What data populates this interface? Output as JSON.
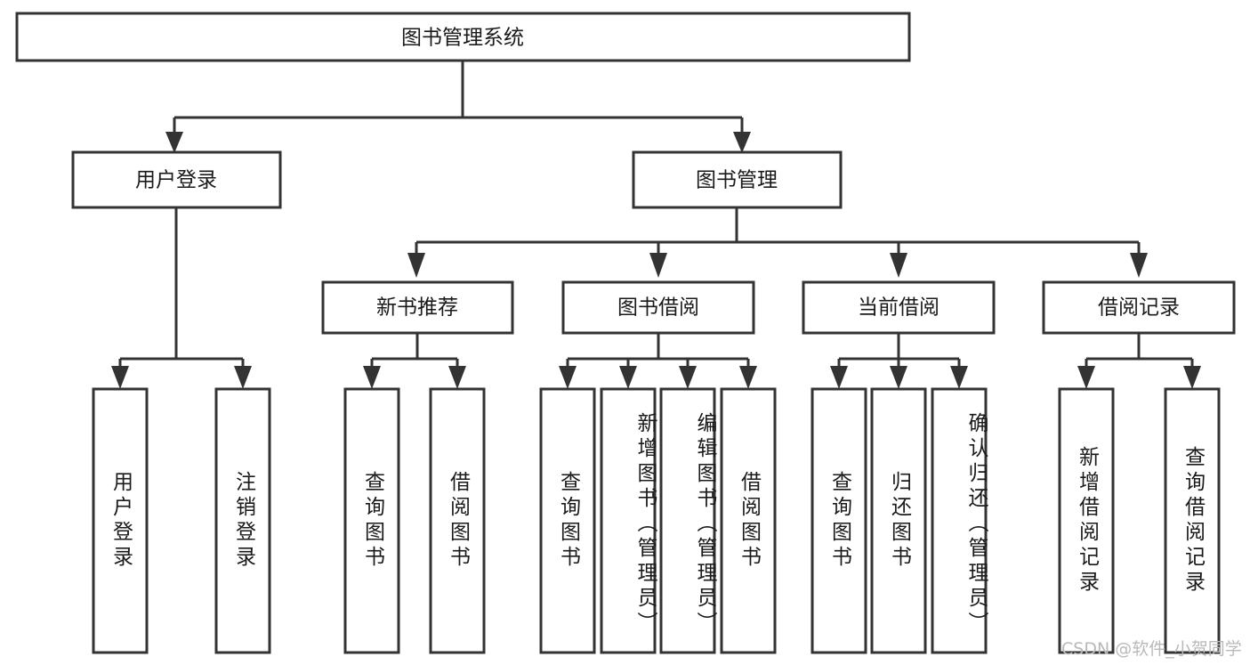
{
  "diagram": {
    "type": "tree-hierarchy-diagram",
    "title": "图书管理系统",
    "orientation": "top-down",
    "colors": {
      "box_fill": "#ffffff",
      "box_stroke": "#333333",
      "text": "#1a1a1a",
      "background": "#ffffff",
      "watermark": "#b9b9b9"
    },
    "levels": [
      {
        "level": 1,
        "nodes": [
          {
            "id": "root",
            "label": "图书管理系统"
          }
        ]
      },
      {
        "level": 2,
        "nodes": [
          {
            "id": "login",
            "label": "用户登录"
          },
          {
            "id": "bookmgmt",
            "label": "图书管理"
          }
        ]
      },
      {
        "level": 3,
        "nodes": [
          {
            "id": "newbook",
            "label": "新书推荐"
          },
          {
            "id": "borrow",
            "label": "图书借阅"
          },
          {
            "id": "current",
            "label": "当前借阅"
          },
          {
            "id": "records",
            "label": "借阅记录"
          }
        ]
      },
      {
        "level": 4,
        "nodes": [
          {
            "id": "leaf-1",
            "label": "用户登录",
            "parent": "login"
          },
          {
            "id": "leaf-2",
            "label": "注销登录",
            "parent": "login"
          },
          {
            "id": "leaf-3",
            "label": "查询图书",
            "parent": "newbook"
          },
          {
            "id": "leaf-4",
            "label": "借阅图书",
            "parent": "newbook"
          },
          {
            "id": "leaf-5",
            "label": "查询图书",
            "parent": "borrow"
          },
          {
            "id": "leaf-6",
            "label": "新增图书（管理员）",
            "parent": "borrow"
          },
          {
            "id": "leaf-7",
            "label": "编辑图书（管理员）",
            "parent": "borrow"
          },
          {
            "id": "leaf-8",
            "label": "借阅图书",
            "parent": "borrow"
          },
          {
            "id": "leaf-9",
            "label": "查询图书",
            "parent": "current"
          },
          {
            "id": "leaf-10",
            "label": "归还图书",
            "parent": "current"
          },
          {
            "id": "leaf-11",
            "label": "确认归还（管理员）",
            "parent": "current"
          },
          {
            "id": "leaf-12",
            "label": "新增借阅记录",
            "parent": "records"
          },
          {
            "id": "leaf-13",
            "label": "查询借阅记录",
            "parent": "records"
          }
        ]
      }
    ]
  },
  "watermark": {
    "text": "CSDN @软件_小贺同学"
  }
}
